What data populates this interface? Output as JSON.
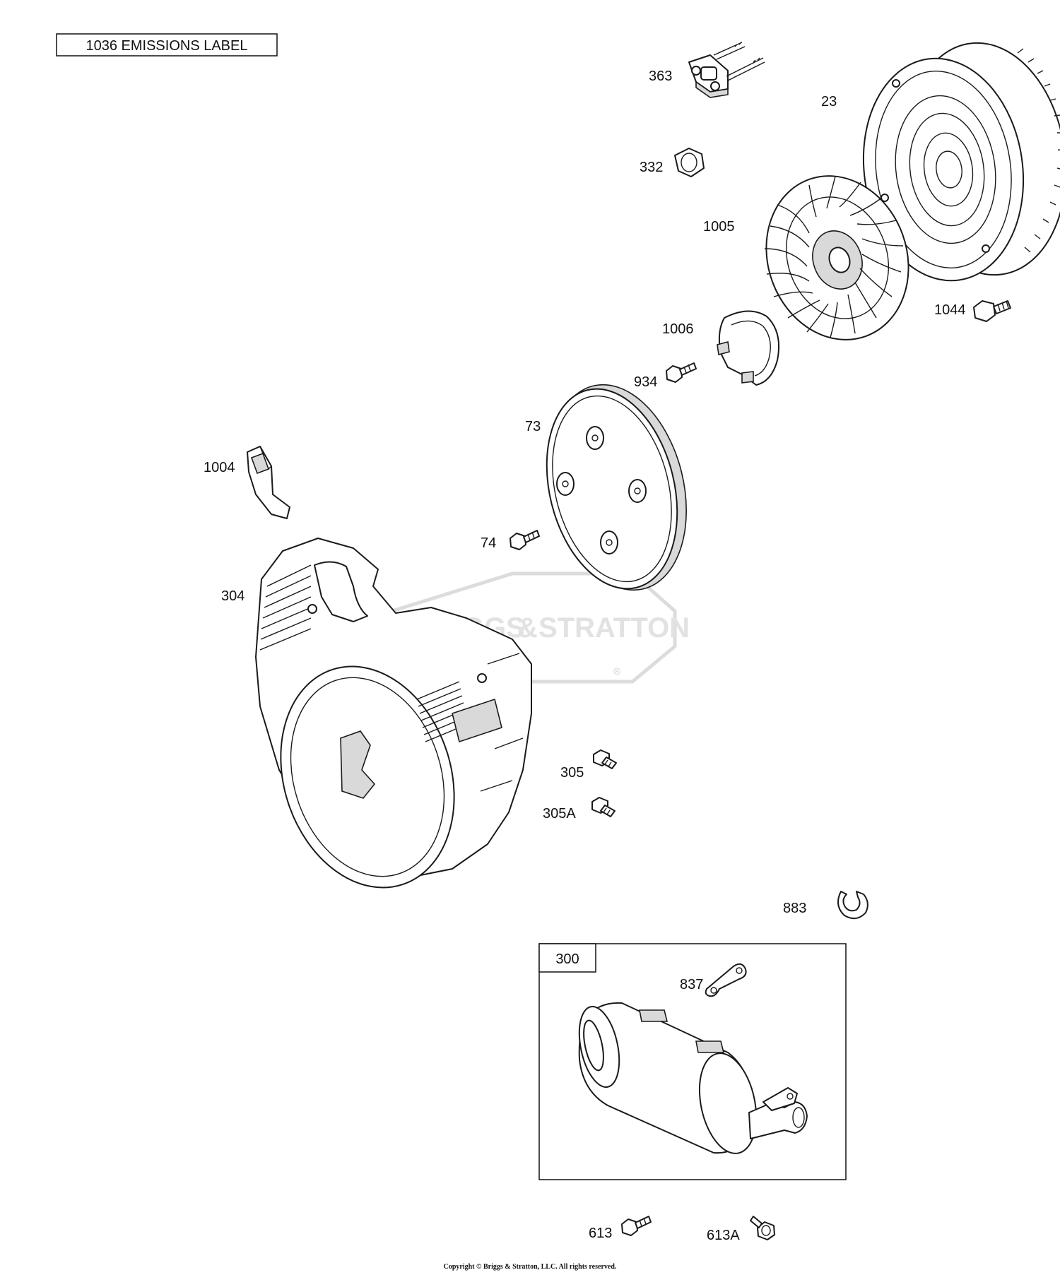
{
  "emissions_label": "1036 EMISSIONS LABEL",
  "watermark": {
    "left": "BRIGGS",
    "amp": "&",
    "right": "STRATTON",
    "mark": "®"
  },
  "labels": {
    "p363": "363",
    "p23": "23",
    "p332": "332",
    "p1005": "1005",
    "p1044": "1044",
    "p1006": "1006",
    "p934": "934",
    "p73": "73",
    "p1004": "1004",
    "p74": "74",
    "p304": "304",
    "p305": "305",
    "p305a": "305A",
    "p883": "883",
    "p300": "300",
    "p837": "837",
    "p613": "613",
    "p613a": "613A"
  },
  "copyright": "Copyright © Briggs & Stratton, LLC. All rights reserved."
}
